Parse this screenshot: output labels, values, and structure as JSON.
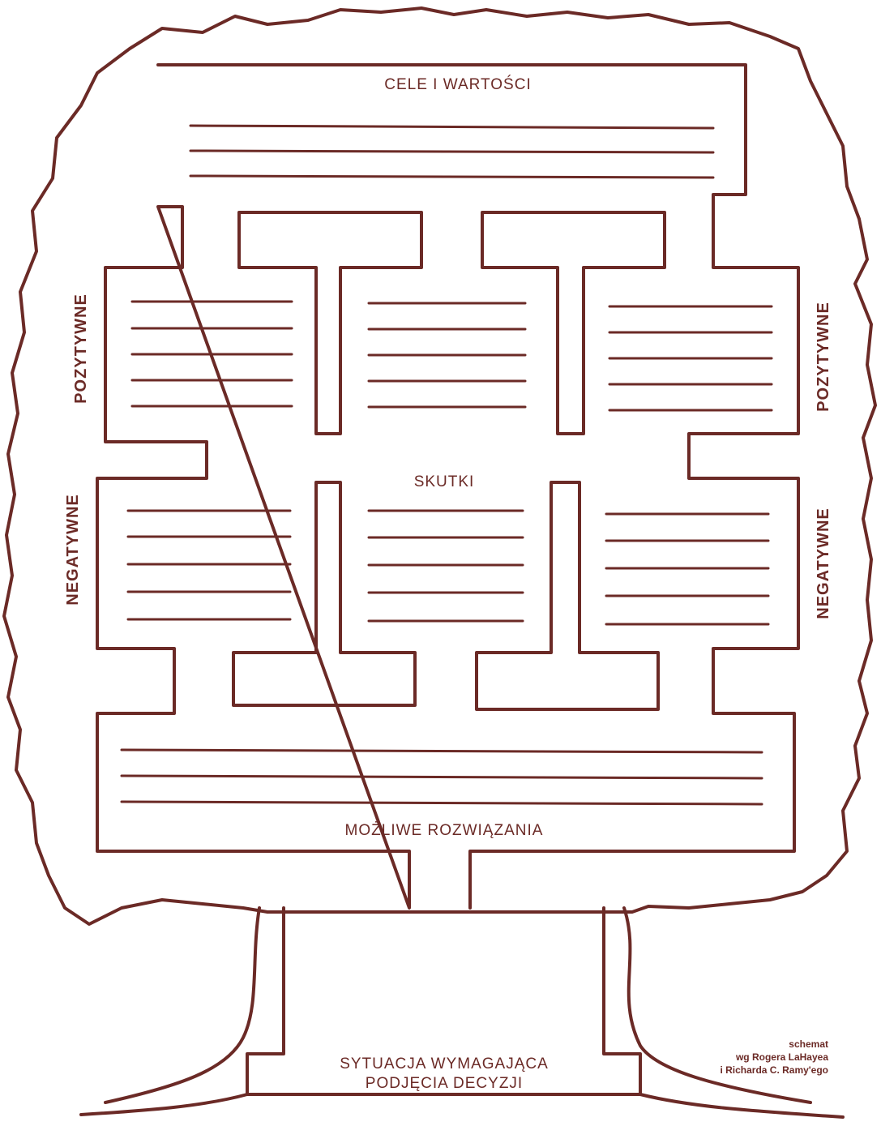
{
  "labels": {
    "top": "CELE I WARTOŚCI",
    "middle": "SKUTKI",
    "bottom": "MOŻLIWE ROZWIĄZANIA",
    "root_line1": "SYTUACJA WYMAGAJĄCA",
    "root_line2": "PODJĘCIA DECYZJI",
    "left_positive": "POZYTYWNE",
    "left_negative": "NEGATYWNE",
    "right_positive": "POZYTYWNE",
    "right_negative": "NEGATYWNE"
  },
  "credit": {
    "line1": "schemat",
    "line2": "wg Rogera LaHayea",
    "line3": "i Richarda C. Ramy'ego"
  },
  "colors": {
    "ink": "#6b2a26",
    "background": "#ffffff"
  }
}
